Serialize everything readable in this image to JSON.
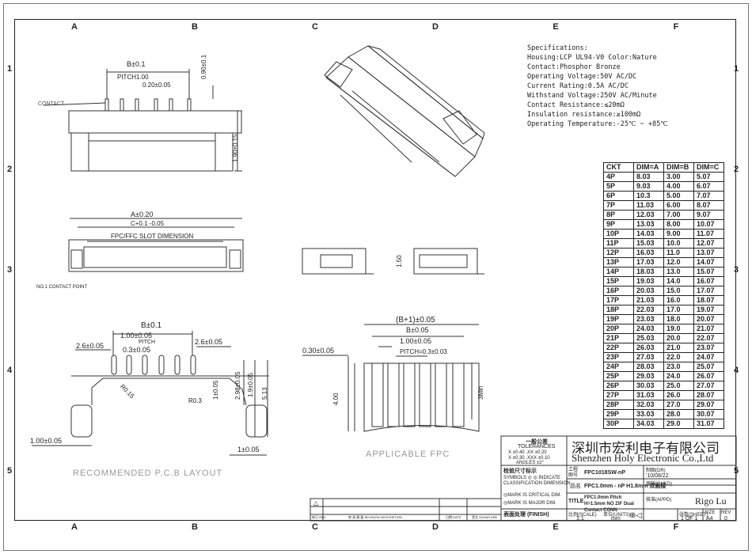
{
  "zones": {
    "columns": [
      "A",
      "B",
      "C",
      "D",
      "E",
      "F"
    ],
    "rows": [
      "1",
      "2",
      "3",
      "4",
      "5"
    ]
  },
  "specifications": {
    "title": "Specifications:",
    "lines": [
      "Housing:LCP UL94-V0 Color:Nature",
      "Contact:Phosphor Bronze",
      "Operating Voltage:50V AC/DC",
      "Current Rating:0.5A AC/DC",
      "Withstand Voltage:250V AC/Minute",
      "Contact Resistance:≤20mΩ",
      "Insulation resistance:≥100mΩ",
      "Operating Temperature:-25℃ ~ +85℃"
    ]
  },
  "dim_table": {
    "headers": [
      "CKT",
      "DIM=A",
      "DIM=B",
      "DIM=C"
    ],
    "rows": [
      [
        "4P",
        "8.03",
        "3.00",
        "5.07"
      ],
      [
        "5P",
        "9.03",
        "4.00",
        "6.07"
      ],
      [
        "6P",
        "10.3",
        "5.00",
        "7.07"
      ],
      [
        "7P",
        "11.03",
        "6.00",
        "8.07"
      ],
      [
        "8P",
        "12.03",
        "7.00",
        "9.07"
      ],
      [
        "9P",
        "13.03",
        "8.00",
        "10.07"
      ],
      [
        "10P",
        "14.03",
        "9.00",
        "11.07"
      ],
      [
        "11P",
        "15.03",
        "10.0",
        "12.07"
      ],
      [
        "12P",
        "16.03",
        "11.0",
        "13.07"
      ],
      [
        "13P",
        "17.03",
        "12.0",
        "14.07"
      ],
      [
        "14P",
        "18.03",
        "13.0",
        "15.07"
      ],
      [
        "15P",
        "19.03",
        "14.0",
        "16.07"
      ],
      [
        "16P",
        "20.03",
        "15.0",
        "17.07"
      ],
      [
        "17P",
        "21.03",
        "16.0",
        "18.07"
      ],
      [
        "18P",
        "22.03",
        "17.0",
        "19.07"
      ],
      [
        "19P",
        "23.03",
        "18.0",
        "20.07"
      ],
      [
        "20P",
        "24.03",
        "19.0",
        "21.07"
      ],
      [
        "21P",
        "25.03",
        "20.0",
        "22.07"
      ],
      [
        "22P",
        "26.03",
        "21.0",
        "23.07"
      ],
      [
        "23P",
        "27.03",
        "22.0",
        "24.07"
      ],
      [
        "24P",
        "28.03",
        "23.0",
        "25.07"
      ],
      [
        "25P",
        "29.03",
        "24.0",
        "26.07"
      ],
      [
        "26P",
        "30.03",
        "25.0",
        "27.07"
      ],
      [
        "27P",
        "31.03",
        "26.0",
        "28.07"
      ],
      [
        "28P",
        "32.03",
        "27.0",
        "29.07"
      ],
      [
        "29P",
        "33.03",
        "28.0",
        "30.07"
      ],
      [
        "30P",
        "34.03",
        "29.0",
        "31.07"
      ]
    ]
  },
  "labels": {
    "contact": "CONTACT",
    "b_tol": "B±0.1",
    "pitch": "PITCH1.00",
    "w020": "0.20±0.05",
    "h090": "0.90±0.1",
    "h190": "1.90±0.15",
    "a_tol": "A±0.20",
    "c_tol": "C+0.1 -0.05",
    "slot": "FPC/FFC SLOT DIMENSION",
    "no1": "NO.1 CONTACT POINT",
    "h150": "1.50",
    "pcb_b": "B±0.1",
    "pcb_100": "1.00±0.05",
    "pcb_pitch": "PITCH",
    "pcb_03": "0.3±0.05",
    "pcb_26l": "2.6±0.05",
    "pcb_26r": "2.6±0.05",
    "pcb_r015": "R0.15",
    "pcb_r03": "R0.3",
    "pcb_1v": "1±0.05",
    "pcb_298": "2.98±0.05",
    "pcb_19": "1.9±0.05",
    "pcb_513": "5.13",
    "pcb_1l": "1.00±0.05",
    "pcb_1b": "1±0.05",
    "pcb_title": "RECOMMENDED P.C.B LAYOUT",
    "fpc_b1": "(B+1)±0.05",
    "fpc_b": "B±0.05",
    "fpc_100": "1.00±0.05",
    "fpc_pitch": "PITCH=0.3±0.03",
    "fpc_030": "0.30±0.05",
    "fpc_400": "4.00",
    "fpc_3min": "3Min",
    "fpc_title": "APPLICABLE FPC"
  },
  "title_block": {
    "tol_cn": "一般公差",
    "tol_en": "TOLERANCES",
    "tol_line1": "X  ±0.40  .XX ±0.20",
    "tol_line2": "X  ±0.30  .XXX ±0.10",
    "tol_angle": "ANGLES    ±2°",
    "inspect": "检验尺寸标示",
    "symbols": "SYMBOLS ◎ ◎ INDICATE",
    "class": "CLASSIFICATION DIMENSION",
    "critical": "◎MARK IS CRITICAL DIM.",
    "major": "◎MARK IS MAJOR DIM.",
    "finish": "表面处理 (FINISH)",
    "company_cn": "深圳市宏利电子有限公司",
    "company_en": "Shenzhen Holy Electronic Co.,Ltd",
    "partno_label": "工程图号",
    "partno": "FPC1018SW-nP",
    "name_label": "品名",
    "name": "FPC1.0mm - nP H1.8mm 双面接",
    "title_label": "TITLE",
    "title": "FPC1.0mm Pitch H=1.5mm NO ZIF Dual Contact CONN",
    "scale_label": "比例(SCALE)",
    "scale": "1:1",
    "units_label": "单位(UNITS)",
    "units": "mm",
    "dr_label": "制图(DR)",
    "dr_date": "'10/08/22",
    "chkd_label": "审核(CHKD)",
    "appd_label": "核准(APPD)",
    "appd": "Rigo Lu",
    "sheet_label": "张数(SHEET)",
    "sheet": "1 OF 1",
    "size_label": "SIZE",
    "size": "A4",
    "rev_label": "REV",
    "rev": "0",
    "rev_cols": [
      "修订 REV.",
      "修 改 摘 要 REVISION DESCRIPTION",
      "日期 DATE",
      "签名 SIGNATURE"
    ],
    "rev_mark": "△"
  }
}
